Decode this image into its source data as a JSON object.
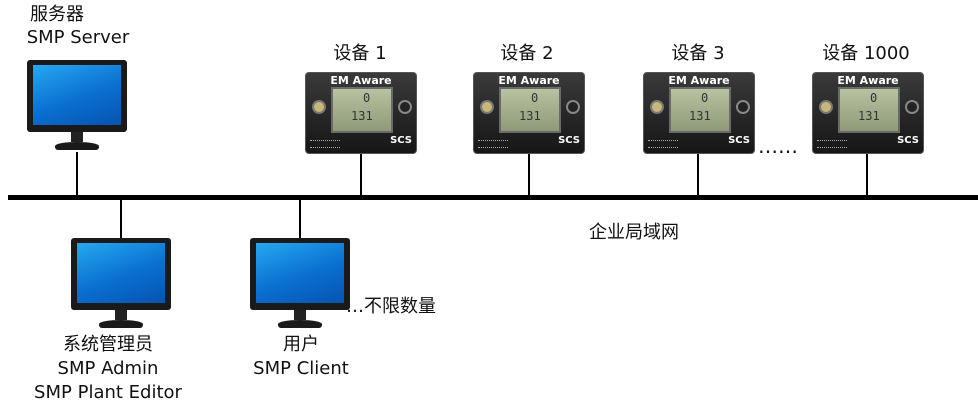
{
  "server": {
    "name": "服务器",
    "role": "SMP Server"
  },
  "devices": [
    {
      "label": "设备 1",
      "brand": "EM Aware",
      "logo": "SCS"
    },
    {
      "label": "设备 2",
      "brand": "EM Aware",
      "logo": "SCS"
    },
    {
      "label": "设备 3",
      "brand": "EM Aware",
      "logo": "SCS"
    },
    {
      "label": "设备 1000",
      "brand": "EM Aware",
      "logo": "SCS"
    }
  ],
  "device_ellipsis": "……",
  "network_label": "企业局域网",
  "admin": {
    "name": "系统管理员",
    "role1": "SMP Admin",
    "role2": "SMP Plant Editor"
  },
  "client": {
    "name": "用户",
    "role": "SMP Client"
  },
  "client_more": "…不限数量",
  "icons": {
    "computer": "monitor-icon",
    "device": "em-aware-device-icon"
  },
  "colors": {
    "screen": "#1a8fe6",
    "bus": "#000000"
  }
}
